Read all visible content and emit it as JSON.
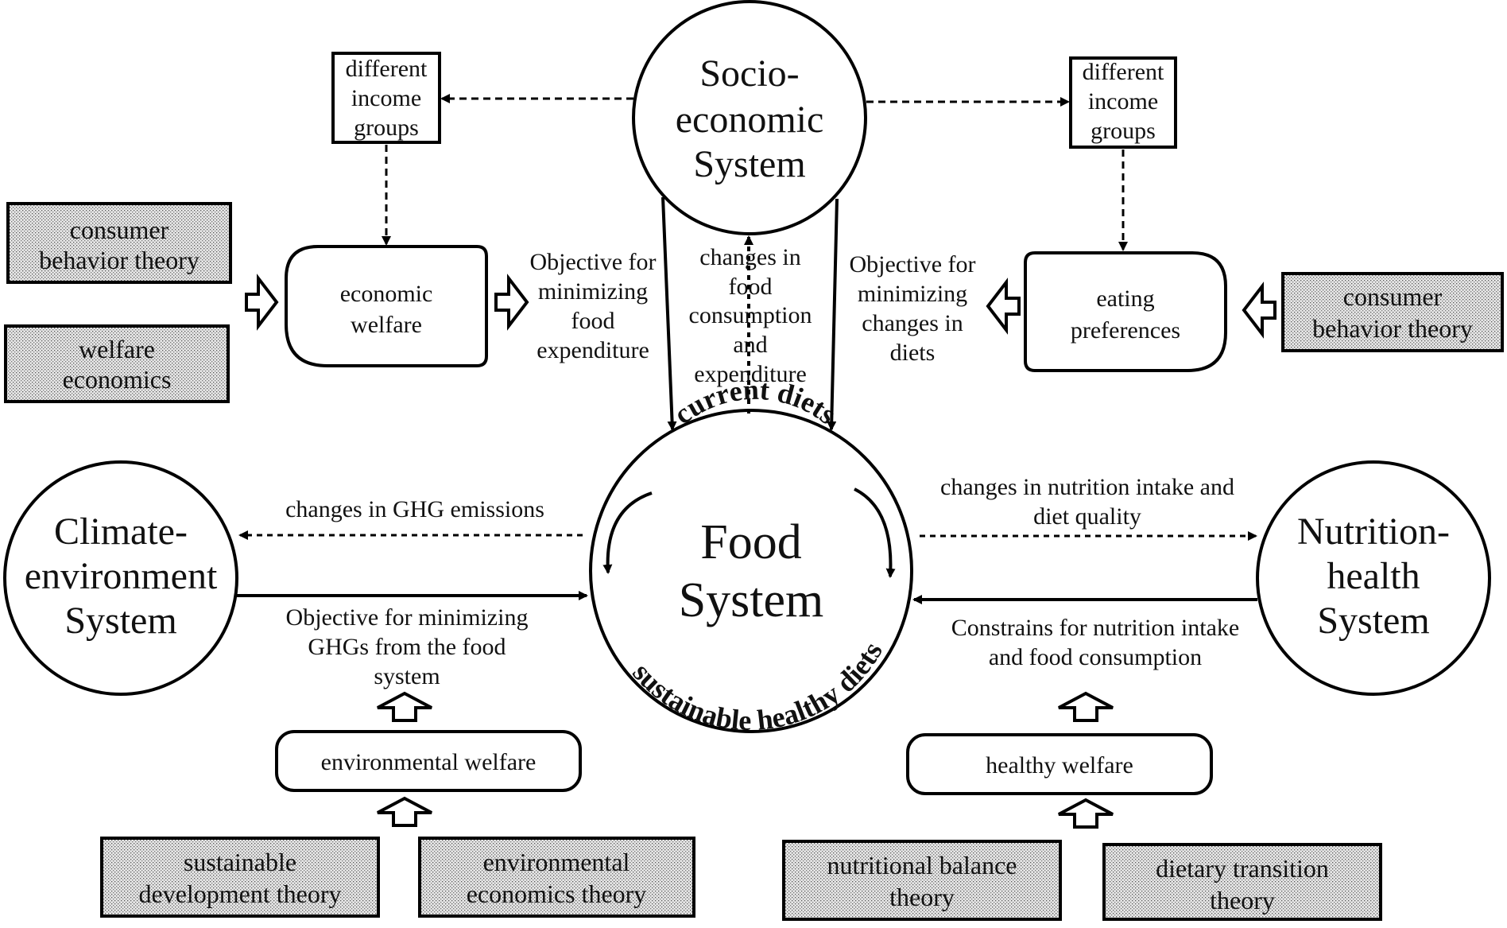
{
  "systems": {
    "socio_economic": [
      "Socio-",
      "economic",
      "System"
    ],
    "food": [
      "Food",
      "System"
    ],
    "climate": [
      "Climate-",
      "environment",
      "System"
    ],
    "nutrition": [
      "Nutrition-",
      "health",
      "System"
    ]
  },
  "food_arcs": {
    "top": "current diets",
    "bottom": "sustainable healthy diets"
  },
  "income_groups_left": [
    "different",
    "income",
    "groups"
  ],
  "income_groups_right": [
    "different",
    "income",
    "groups"
  ],
  "welfare": {
    "economic": [
      "economic",
      "welfare"
    ],
    "eating": [
      "eating",
      "preferences"
    ],
    "environmental": "environmental welfare",
    "healthy": "healthy welfare"
  },
  "theories": {
    "consumer_left": [
      "consumer",
      "behavior theory"
    ],
    "welfare_econ": [
      "welfare",
      "economics"
    ],
    "consumer_right": [
      "consumer",
      "behavior theory"
    ],
    "sustainable_dev": [
      "sustainable",
      "development theory"
    ],
    "env_econ": [
      "environmental",
      "economics theory"
    ],
    "nutritional_balance": [
      "nutritional balance",
      "theory"
    ],
    "dietary_transition": [
      "dietary transition",
      "theory"
    ]
  },
  "labels": {
    "obj_expenditure": [
      "Objective for",
      "minimizing",
      "food",
      "expenditure"
    ],
    "changes_consumption": [
      "changes in",
      "food",
      "consumption",
      "and",
      "expenditure"
    ],
    "obj_diets": [
      "Objective for",
      "minimizing",
      "changes in",
      "diets"
    ],
    "ghg_changes": "changes in GHG emissions",
    "obj_ghg": [
      "Objective for minimizing",
      "GHGs from the food",
      "system"
    ],
    "nutrition_changes": [
      "changes in nutrition intake and",
      "diet quality"
    ],
    "constraints": [
      "Constrains for nutrition intake",
      "and food consumption"
    ]
  }
}
